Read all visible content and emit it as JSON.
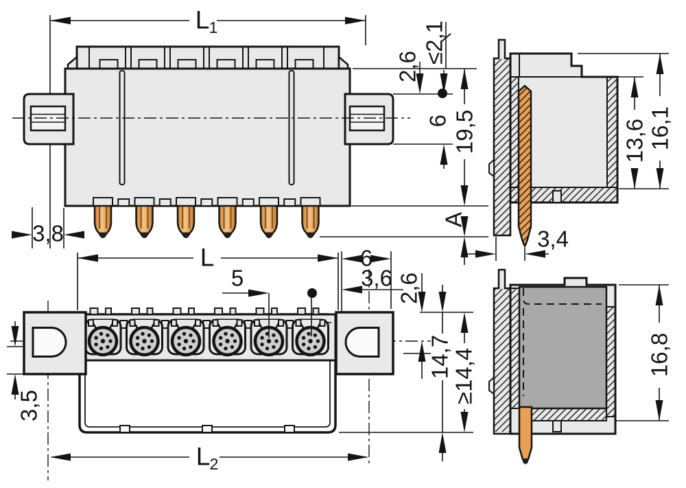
{
  "colors": {
    "line": "#141414",
    "body_fill": "#e9e9e9",
    "plug_fill": "#a9a9a9",
    "pin_fill": "#e8a054",
    "pin_stripe": "#8a5a22",
    "background": "#ffffff"
  },
  "views": {
    "front": {
      "dims": {
        "l1_main": "L",
        "l1_sub": "1",
        "top_offset": "2,6",
        "gap_max": "≤2,1",
        "flange_height": "6",
        "total_height": "19,5",
        "pin_protrusion": "A",
        "hole_edge_offset": "3,8"
      }
    },
    "side_upper": {
      "dims": {
        "cavity_depth": "13,6",
        "housing_height": "16,1",
        "pin_center_offset": "3,4"
      }
    },
    "top": {
      "dims": {
        "length": "L",
        "pitch": "5",
        "flange_width": "6",
        "hole_center_offset": "3,6",
        "contact_row_offset": "2,6",
        "mount_depth": "14,7",
        "mount_depth_min": "≥14,4",
        "flange_front_offset": "3,5",
        "l2_main": "L",
        "l2_sub": "2"
      }
    },
    "side_lower": {
      "dims": {
        "total_height": "16,8"
      }
    }
  }
}
